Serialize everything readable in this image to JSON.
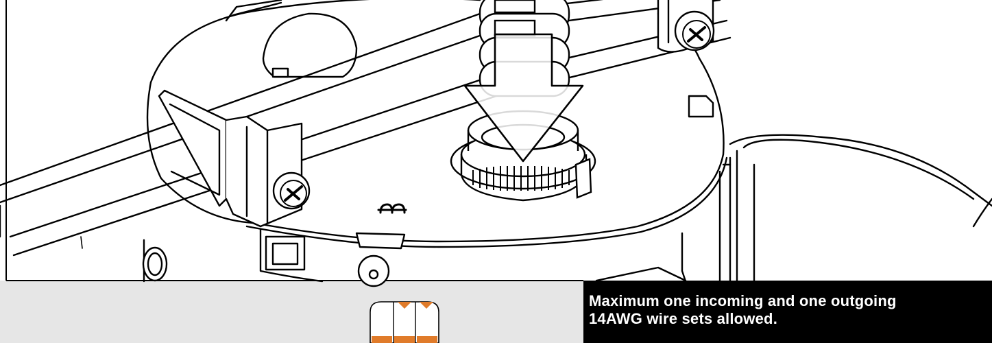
{
  "callout": {
    "text": "Maximum one incoming and one outgoing\n14AWG wire sets allowed."
  },
  "illustration": {
    "subject": "junction box with wire connector and bar hanger",
    "arrow_direction": "down",
    "connector_colors": [
      "#e07b2a"
    ],
    "icons": [
      "screw-icon",
      "down-arrow-icon",
      "wire-connector-icon",
      "wire-set-icon"
    ]
  },
  "colors": {
    "line": "#000000",
    "panel_background": "#e6e6e6",
    "callout_background": "#000000",
    "callout_text": "#ffffff",
    "accent": "#e07b2a"
  }
}
